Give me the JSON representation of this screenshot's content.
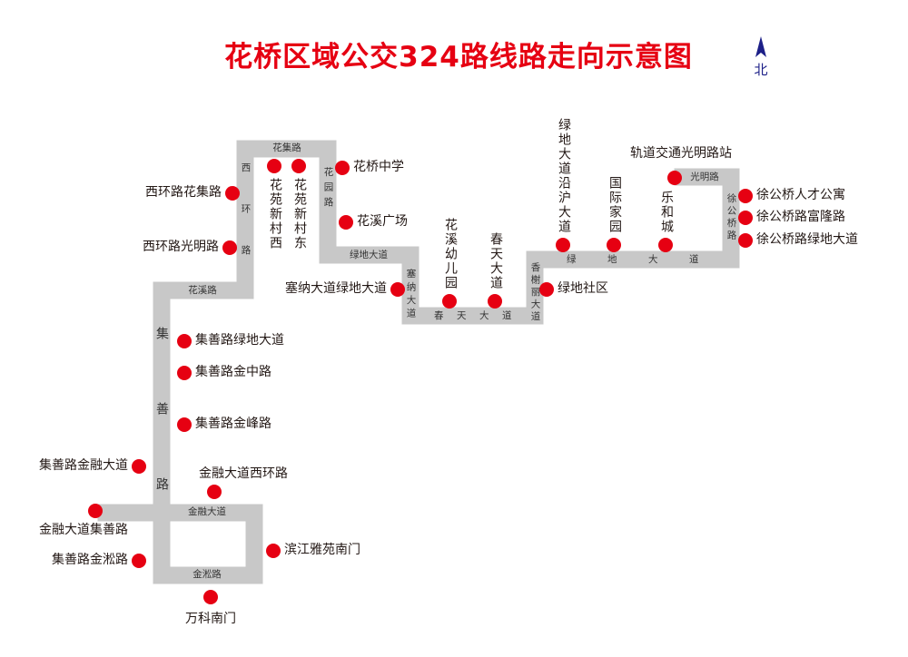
{
  "title": "花桥区域公交324路线路走向示意图",
  "north_label": "北",
  "colors": {
    "title": "#e60012",
    "station": "#e60012",
    "road": "#c8c8c8",
    "text": "#231815"
  },
  "roads": {
    "huaji": "花集路",
    "xihuan": "西环路",
    "huayuan": "花园路",
    "lvdi_west": "绿地大道",
    "saina": "塞纳大道",
    "chuntian": "春天大道",
    "xiangxieli": "香榭丽大道",
    "lvdi_east": "绿地大道",
    "guangming": "光明路",
    "xugongqiao": "徐公桥路",
    "huaxi": "花溪路",
    "jishan": "集善路",
    "jinrong": "金融大道",
    "jinsong": "金淞路"
  },
  "stations": [
    "西环路花集路",
    "西环路光明路",
    "花苑新村西",
    "花苑新村东",
    "花桥中学",
    "花溪广场",
    "塞纳大道绿地大道",
    "花溪幼儿园",
    "春天大道",
    "绿地社区",
    "绿地大道沿沪大道",
    "国际家园",
    "乐和城",
    "轨道交通光明路站",
    "徐公桥人才公寓",
    "徐公桥路富隆路",
    "徐公桥路绿地大道",
    "集善路绿地大道",
    "集善路金中路",
    "集善路金峰路",
    "集善路金融大道",
    "金融大道西环路",
    "金融大道集善路",
    "集善路金淞路",
    "滨江雅苑南门",
    "万科南门"
  ]
}
